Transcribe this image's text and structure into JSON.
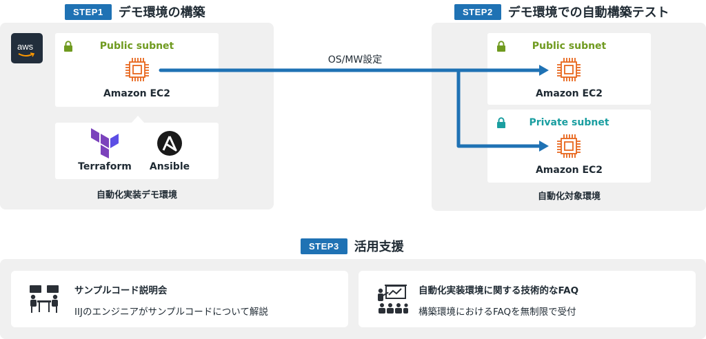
{
  "step1": {
    "badge": "STEP1",
    "title": "デモ環境の構築"
  },
  "step2": {
    "badge": "STEP2",
    "title": "デモ環境での自動構築テスト"
  },
  "step3": {
    "badge": "STEP3",
    "title": "活用支援"
  },
  "left": {
    "logo_text": "aws",
    "subnet_label": "Public subnet",
    "ec2_label": "Amazon EC2",
    "tools": [
      "Terraform",
      "Ansible"
    ],
    "caption": "自動化実装デモ環境"
  },
  "connector": {
    "label": "OS/MW設定"
  },
  "right": {
    "public_subnet_label": "Public subnet",
    "public_ec2_label": "Amazon EC2",
    "private_subnet_label": "Private subnet",
    "private_ec2_label": "Amazon EC2",
    "caption": "自動化対象環境"
  },
  "support": [
    {
      "title": "サンプルコード説明会",
      "description": "IIJのエンジニアがサンプルコードについて解説",
      "icon": "meeting-icon"
    },
    {
      "title": "自動化実装環境に関する技術的なFAQ",
      "description": "構築環境におけるFAQを無制限で受付",
      "icon": "presentation-icon"
    }
  ],
  "colors": {
    "badge": "#1f72b4",
    "arrow": "#1f72b4",
    "public_subnet": "#6f9a1f",
    "private_subnet": "#1a9ea0",
    "ec2": "#e8661c",
    "terraform": "#7b42bc",
    "panel": "#f0f0f0"
  }
}
